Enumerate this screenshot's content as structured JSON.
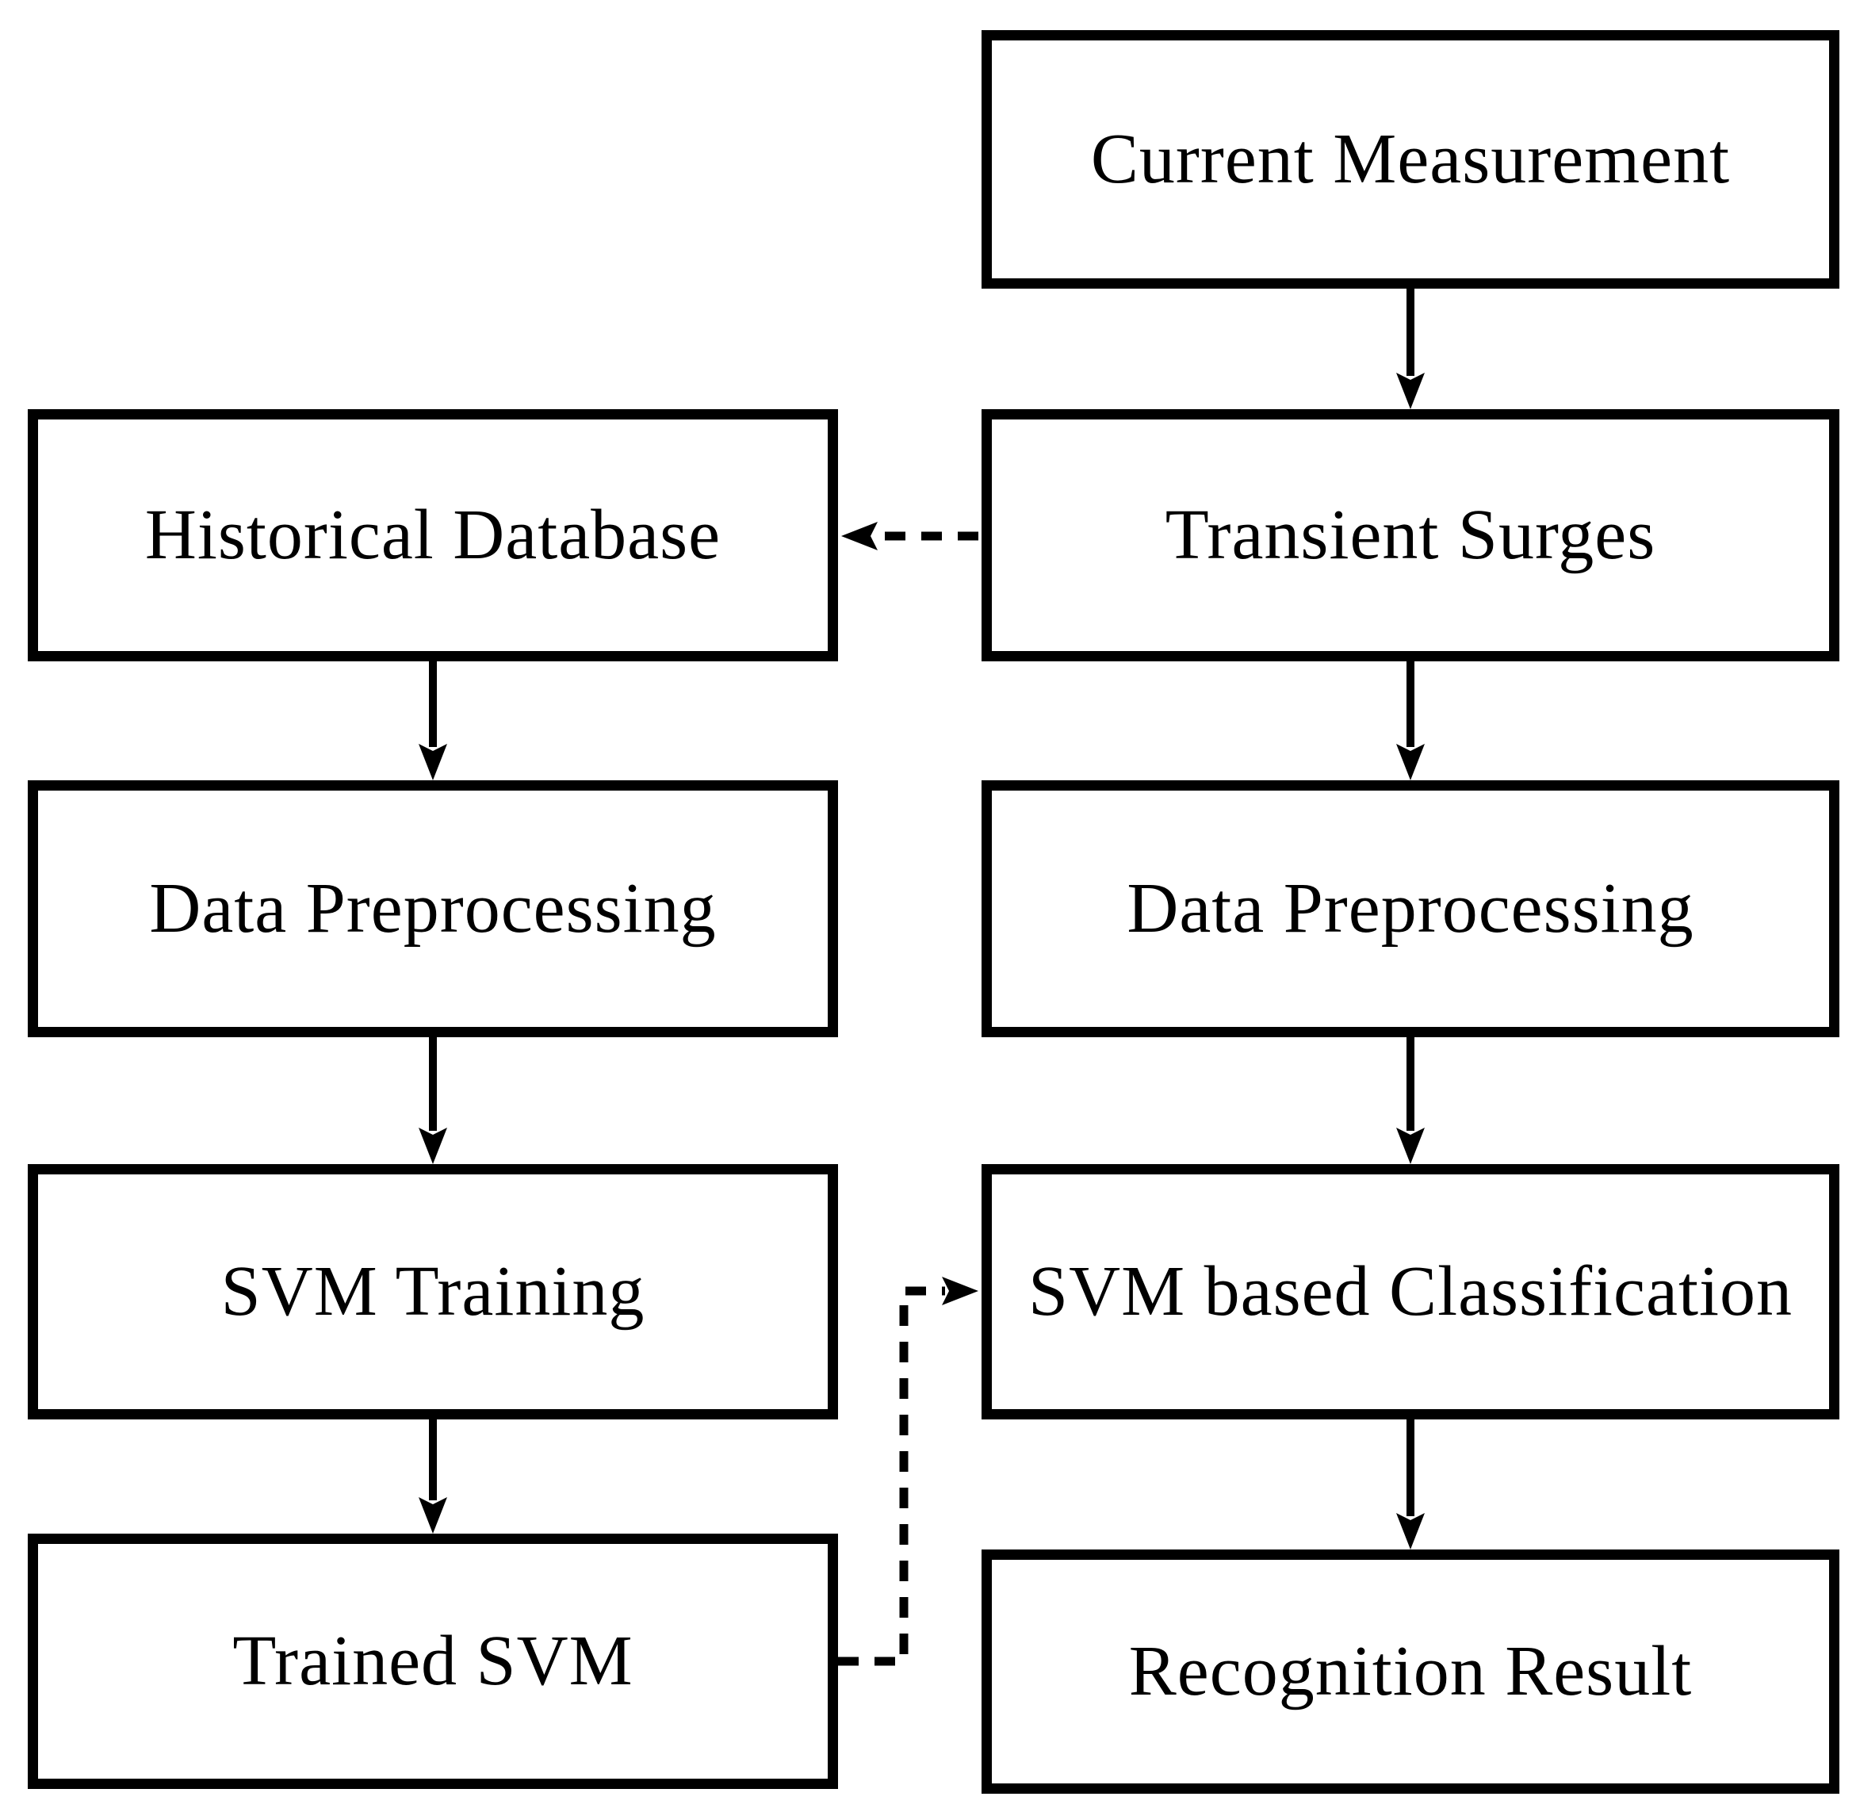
{
  "diagram": {
    "type": "flowchart",
    "background_color": "#ffffff",
    "stroke_color": "#000000",
    "text_color": "#000000",
    "nodes": [
      {
        "id": "current-measurement",
        "label": "Current Measurement",
        "column": "right",
        "row": 1
      },
      {
        "id": "historical-database",
        "label": "Historical Database",
        "column": "left",
        "row": 2
      },
      {
        "id": "transient-surges",
        "label": "Transient Surges",
        "column": "right",
        "row": 2
      },
      {
        "id": "data-preprocessing-train",
        "label": "Data Preprocessing",
        "column": "left",
        "row": 3
      },
      {
        "id": "data-preprocessing-test",
        "label": "Data Preprocessing",
        "column": "right",
        "row": 3
      },
      {
        "id": "svm-training",
        "label": "SVM Training",
        "column": "left",
        "row": 4
      },
      {
        "id": "svm-based-classification",
        "label": "SVM based Classification",
        "column": "right",
        "row": 4
      },
      {
        "id": "trained-svm",
        "label": "Trained SVM",
        "column": "left",
        "row": 5
      },
      {
        "id": "recognition-result",
        "label": "Recognition Result",
        "column": "right",
        "row": 5
      }
    ],
    "edges": [
      {
        "from": "current-measurement",
        "to": "transient-surges",
        "style": "solid"
      },
      {
        "from": "transient-surges",
        "to": "historical-database",
        "style": "dashed"
      },
      {
        "from": "historical-database",
        "to": "data-preprocessing-train",
        "style": "solid"
      },
      {
        "from": "transient-surges",
        "to": "data-preprocessing-test",
        "style": "solid"
      },
      {
        "from": "data-preprocessing-train",
        "to": "svm-training",
        "style": "solid"
      },
      {
        "from": "data-preprocessing-test",
        "to": "svm-based-classification",
        "style": "solid"
      },
      {
        "from": "svm-training",
        "to": "trained-svm",
        "style": "solid"
      },
      {
        "from": "trained-svm",
        "to": "svm-based-classification",
        "style": "dashed"
      },
      {
        "from": "svm-based-classification",
        "to": "recognition-result",
        "style": "solid"
      }
    ]
  }
}
